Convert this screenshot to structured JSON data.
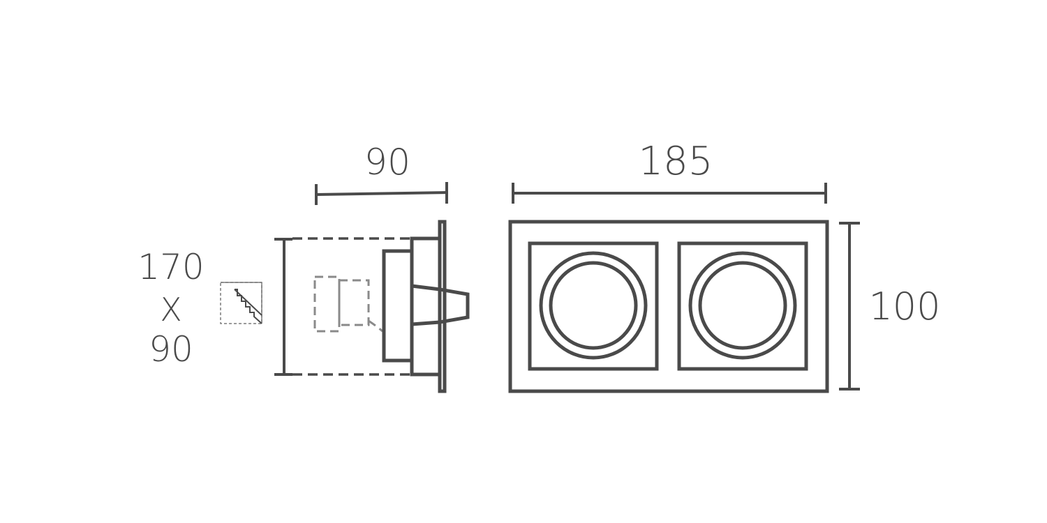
{
  "colors": {
    "line": "#4a4a4a",
    "hidden_line": "#8a8a8a",
    "background": "#ffffff"
  },
  "dimensions": {
    "cutout_width": "170",
    "cutout_times": "X",
    "cutout_height": "90",
    "side_depth": "90",
    "front_width": "185",
    "front_height": "100"
  },
  "icons": {
    "cutout": "stepped-cutout-icon"
  }
}
